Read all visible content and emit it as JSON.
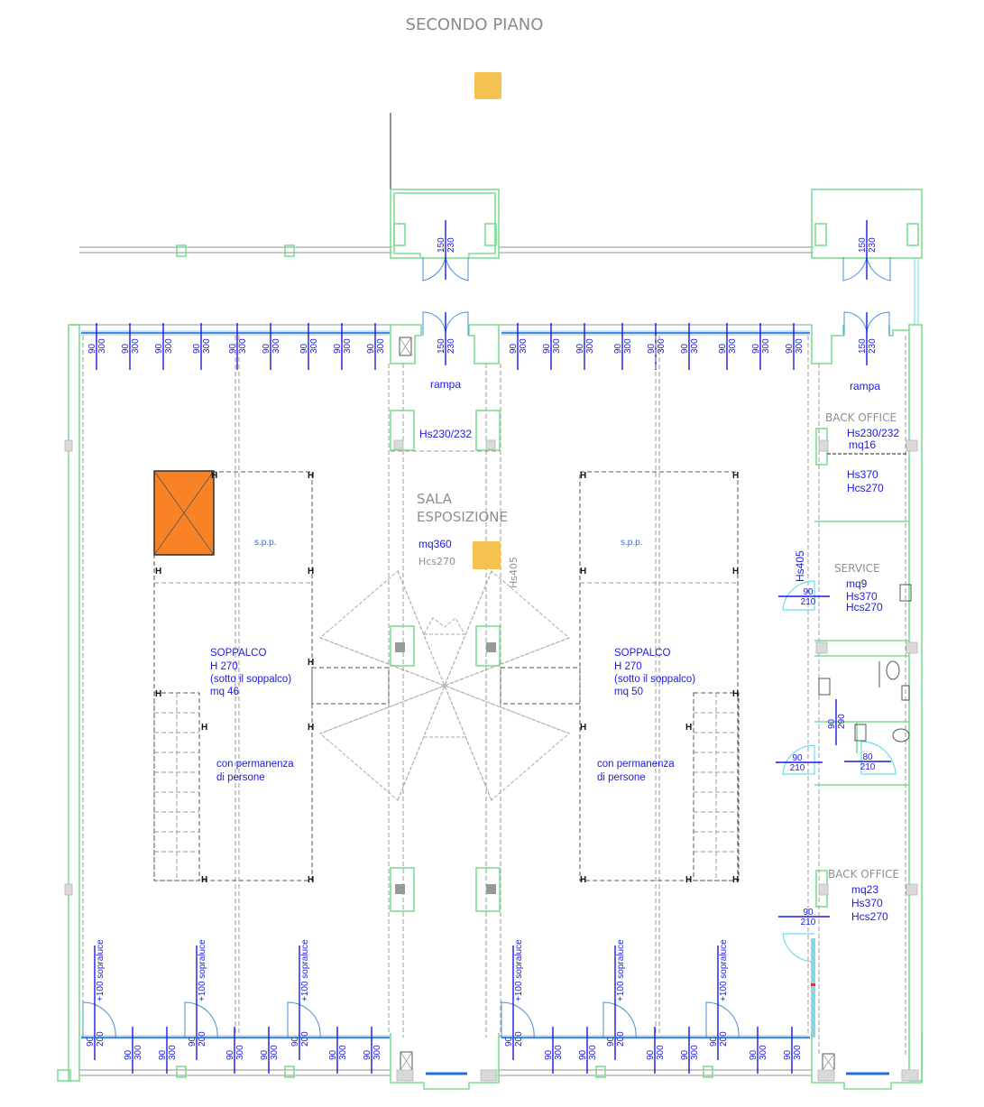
{
  "title": "SECONDO PIANO",
  "colors": {
    "wall": "#7fdc93",
    "dimension": "#1a1ae6",
    "label_gray": "#8f8f8f",
    "marker_yellow": "#f5c150",
    "elevator_orange": "#f98227",
    "window": "#1e6fd6"
  },
  "rooms": {
    "sala": {
      "name_line1": "SALA",
      "name_line2": "ESPOSIZIONE",
      "area": "mq360",
      "hcs": "Hcs270",
      "hs": "Hs405"
    },
    "rampa_left": {
      "name": "rampa"
    },
    "rampa_right": {
      "name": "rampa"
    },
    "hs_left": {
      "text": "Hs230/232"
    },
    "back_office_top": {
      "name": "BACK OFFICE",
      "hs1": "Hs230/232",
      "area": "mq16",
      "hs2": "Hs370",
      "hcs": "Hcs270"
    },
    "service": {
      "name": "SERVICE",
      "area": "mq9",
      "hs": "Hs370",
      "hcs": "Hcs270",
      "hs_side": "Hs405"
    },
    "back_office_bottom": {
      "name": "BACK OFFICE",
      "area": "mq23",
      "hs": "Hs370",
      "hcs": "Hcs270"
    },
    "spp_left": {
      "text": "s.p.p."
    },
    "spp_right": {
      "text": "s.p.p."
    },
    "soppalco_left": {
      "l1": "SOPPALCO",
      "l2": "H 270",
      "l3": "(sotto il soppalco)",
      "l4": "mq 46",
      "p1": "con permanenza",
      "p2": "di persone"
    },
    "soppalco_right": {
      "l1": "SOPPALCO",
      "l2": "H 270",
      "l3": "(sotto il soppalco)",
      "l4": "mq 50",
      "p1": "con permanenza",
      "p2": "di persone"
    }
  },
  "dimensions": {
    "window_top": {
      "w": "90",
      "h": "300"
    },
    "window_bottom": {
      "w": "90",
      "h": "300"
    },
    "entrance_door": {
      "w": "150",
      "h": "230"
    },
    "french_window": {
      "w": "90",
      "h": "200",
      "note": "+100 sopraluce"
    },
    "service_door": {
      "w": "90",
      "h": "210"
    },
    "wc_door": {
      "w": "80",
      "h": "210"
    },
    "wc_opening": {
      "w": "90",
      "h": "290"
    },
    "back_office_door": {
      "w": "90",
      "h": "210"
    }
  },
  "symbols": {
    "column_marker": "H"
  }
}
